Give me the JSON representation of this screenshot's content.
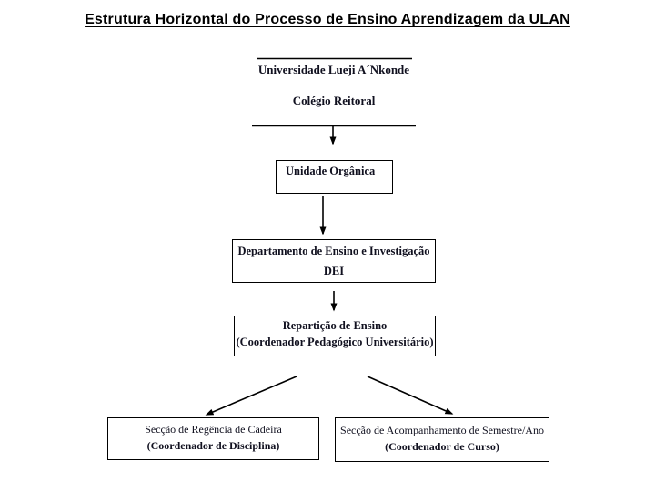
{
  "title": {
    "text": "Estrutura Horizontal do Processo de Ensino Aprendizagem da ULAN"
  },
  "diagram": {
    "header": {
      "university_label": "Universidade Lueji A´Nkonde",
      "college_label": "Colégio Reitoral"
    },
    "boxes": {
      "unidade_organica": {
        "line1": "Unidade Orgânica"
      },
      "dei": {
        "line1": "Departamento de Ensino e Investigação",
        "line2": "DEI"
      },
      "reparticao_ensino": {
        "line1": "Repartição de Ensino",
        "line2": "(Coordenador Pedagógico Universitário)"
      },
      "seccao_regencia": {
        "line1": "Secção de Regência de Cadeira",
        "line2": "(Coordenador de Disciplina)"
      },
      "seccao_acompanhamento": {
        "line1": "Secção de Acompanhamento de Semestre/Ano",
        "line2": "(Coordenador de Curso)"
      }
    },
    "colors": {
      "background": "#ffffff",
      "line": "#000000",
      "title_text": "#000000",
      "body_text": "#10101f"
    }
  }
}
